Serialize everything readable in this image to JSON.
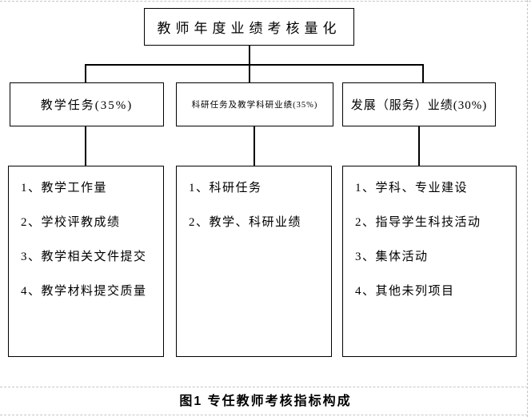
{
  "page": {
    "background": "#ffffff",
    "boundary_line_color": "#c6c6c6",
    "diagram_line_color": "#000000"
  },
  "figure": {
    "root_label": "教师年度业绩考核量化",
    "branches": [
      {
        "label": "教学任务(35%)",
        "items": [
          "1、教学工作量",
          "2、学校评教成绩",
          "3、教学相关文件提交",
          "4、教学材料提交质量"
        ]
      },
      {
        "label": "科研任务及教学科研业绩(35%)",
        "items": [
          "1、科研任务",
          "2、教学、科研业绩"
        ]
      },
      {
        "label": "发展（服务）业绩(30%)",
        "items": [
          "1、学科、专业建设",
          "2、指导学生科技活动",
          "3、集体活动",
          "4、其他未列项目"
        ]
      }
    ],
    "caption": "图1 专任教师考核指标构成"
  }
}
